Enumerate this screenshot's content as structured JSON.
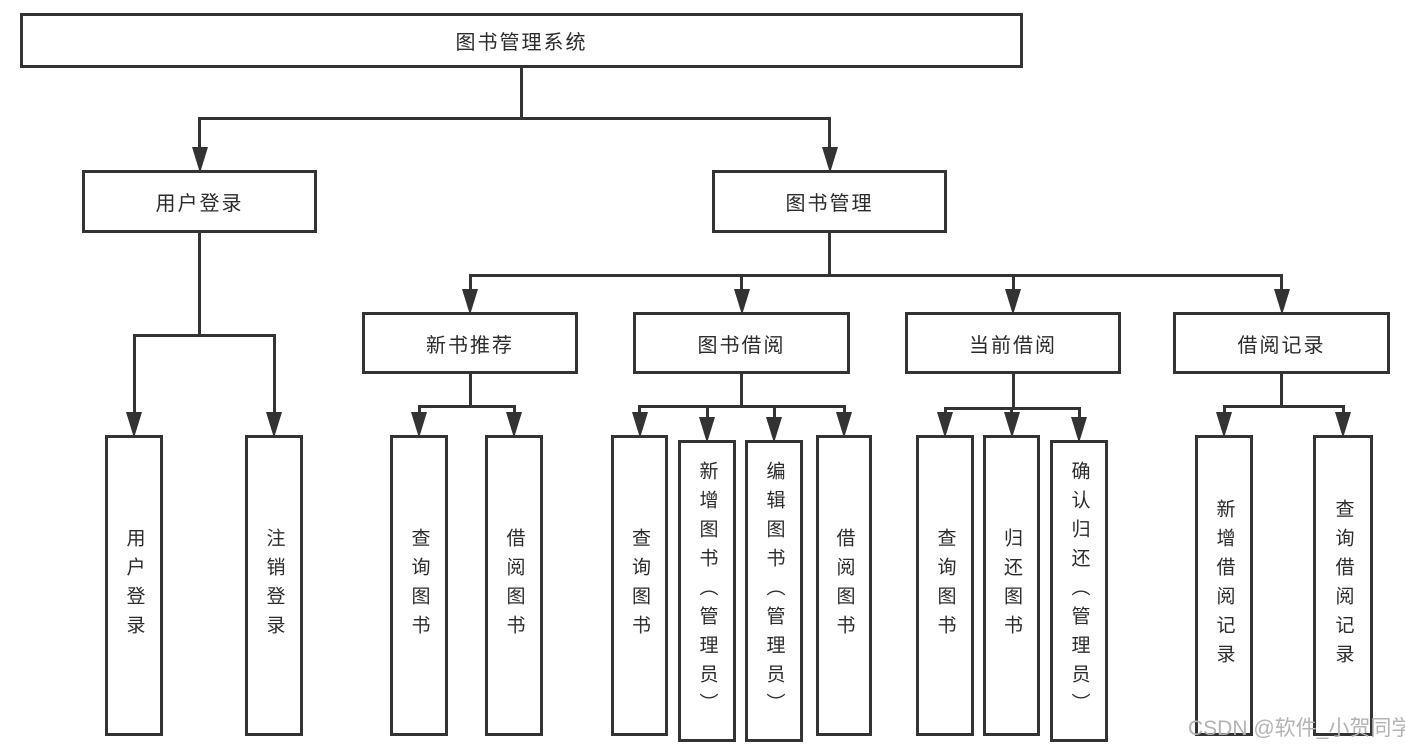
{
  "diagram": {
    "watermark": "CSDN @软件_小贺同学",
    "colors": {
      "background": "#ffffff",
      "box_background": "#ffffff",
      "line": "#333333",
      "text": "#2b2b2b",
      "watermark": "#b3b3b3"
    },
    "tree": {
      "id": "library-management-system",
      "label": "图书管理系统",
      "children": [
        {
          "id": "user-login",
          "label": "用户登录",
          "children": [
            {
              "id": "user-login-op",
              "label": "用户登录"
            },
            {
              "id": "logout-op",
              "label": "注销登录"
            }
          ]
        },
        {
          "id": "book-management",
          "label": "图书管理",
          "children": [
            {
              "id": "new-book-recommendation",
              "label": "新书推荐",
              "children": [
                {
                  "id": "query-books-recommend",
                  "label": "查询图书"
                },
                {
                  "id": "borrow-books-recommend",
                  "label": "借阅图书"
                }
              ]
            },
            {
              "id": "book-borrowing",
              "label": "图书借阅",
              "children": [
                {
                  "id": "query-books-borrow",
                  "label": "查询图书"
                },
                {
                  "id": "add-books-admin",
                  "label": "新增图书（管理员）"
                },
                {
                  "id": "edit-books-admin",
                  "label": "编辑图书（管理员）"
                },
                {
                  "id": "borrow-books-op",
                  "label": "借阅图书"
                }
              ]
            },
            {
              "id": "current-borrowing",
              "label": "当前借阅",
              "children": [
                {
                  "id": "query-books-current",
                  "label": "查询图书"
                },
                {
                  "id": "return-books",
                  "label": "归还图书"
                },
                {
                  "id": "confirm-return-admin",
                  "label": "确认归还（管理员）"
                }
              ]
            },
            {
              "id": "borrowing-records",
              "label": "借阅记录",
              "children": [
                {
                  "id": "add-borrow-record",
                  "label": "新增借阅记录"
                },
                {
                  "id": "query-borrow-record",
                  "label": "查询借阅记录"
                }
              ]
            }
          ]
        }
      ]
    }
  }
}
